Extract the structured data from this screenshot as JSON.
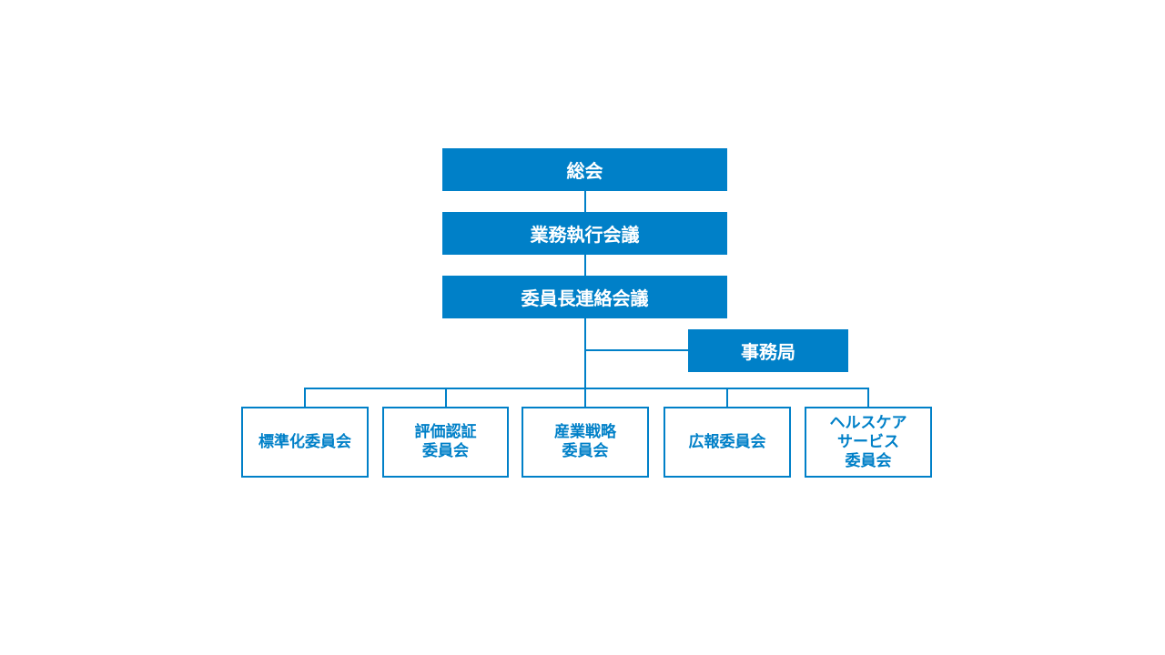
{
  "org_chart": {
    "accent_color": "#0080c8",
    "top": [
      {
        "id": "general-assembly",
        "label": "総会"
      },
      {
        "id": "executive-council",
        "label": "業務執行会議"
      },
      {
        "id": "chairs-liaison-council",
        "label": "委員長連絡会議"
      }
    ],
    "secretariat": {
      "id": "secretariat",
      "label": "事務局"
    },
    "committees": [
      {
        "id": "standardization-committee",
        "label": "標準化委員会"
      },
      {
        "id": "evaluation-certification-committee",
        "label": "評価認証\n委員会"
      },
      {
        "id": "industry-strategy-committee",
        "label": "産業戦略\n委員会"
      },
      {
        "id": "public-relations-committee",
        "label": "広報委員会"
      },
      {
        "id": "healthcare-services-committee",
        "label": "ヘルスケア\nサービス\n委員会"
      }
    ]
  }
}
